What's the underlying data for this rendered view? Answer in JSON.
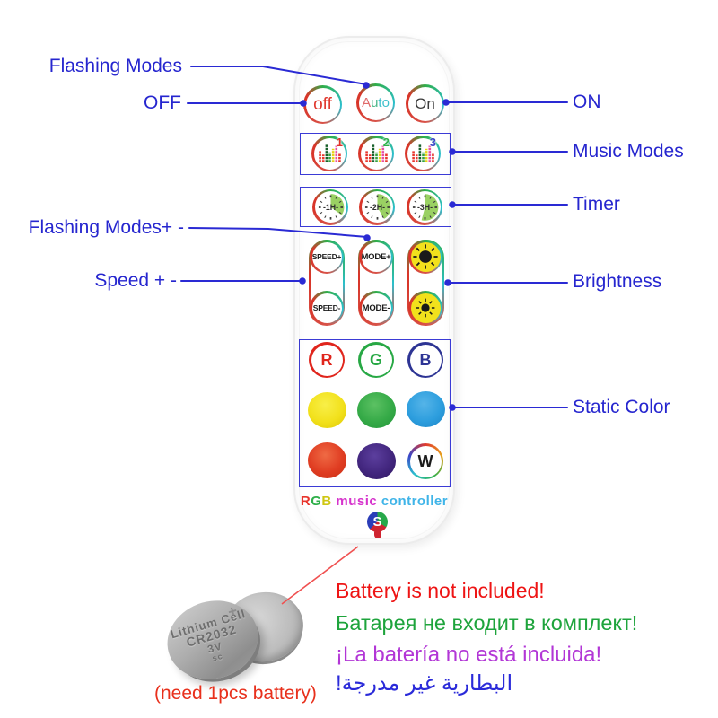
{
  "annotations": {
    "color": "#2626cf",
    "left": [
      {
        "label": "Flashing Modes"
      },
      {
        "label": "OFF"
      },
      {
        "label": "Flashing Modes+ -"
      },
      {
        "label": "Speed + -"
      }
    ],
    "right": [
      {
        "label": "ON"
      },
      {
        "label": "Music Modes"
      },
      {
        "label": "Timer"
      },
      {
        "label": "Brightness"
      },
      {
        "label": "Static Color"
      }
    ]
  },
  "remote": {
    "power": {
      "off": "off",
      "auto_parts": [
        {
          "text": "A",
          "color": "#e06a6a"
        },
        {
          "text": "u",
          "color": "#4db88a"
        },
        {
          "text": "to",
          "color": "#3fc0cc"
        }
      ],
      "on": "On"
    },
    "music_modes": [
      {
        "num": "1",
        "color": "#e03028"
      },
      {
        "num": "2",
        "color": "#2faf4a"
      },
      {
        "num": "3",
        "color": "#3a46c8"
      }
    ],
    "timer": [
      {
        "label": "-1H-"
      },
      {
        "label": "-2H-"
      },
      {
        "label": "-3H-"
      }
    ],
    "speed": {
      "plus": "SPEED+",
      "minus": "SPEED-"
    },
    "mode": {
      "plus": "MODE+",
      "minus": "MODE-"
    },
    "static": {
      "r": "R",
      "g": "G",
      "b": "B",
      "w": "W",
      "swatches": {
        "yellow": "#f2e11c",
        "green": "#35aa47",
        "blue": "#2d9ede",
        "red": "#e03d22",
        "purple": "#42267e"
      }
    },
    "brand": {
      "parts": [
        {
          "text": "R",
          "color": "#e8342c"
        },
        {
          "text": "G",
          "color": "#2faf4a"
        },
        {
          "text": "B",
          "color": "#cfc713"
        },
        {
          "text": " music",
          "color": "#d633cc"
        },
        {
          "text": " controller",
          "color": "#3fb4e8"
        }
      ]
    },
    "logo_letter": "S"
  },
  "battery": {
    "coin_lines": [
      "Lithium Cell",
      "CR2032",
      "3V",
      "sc"
    ],
    "plus_mark": "+",
    "need_label": "(need 1pcs battery)",
    "need_color": "#e8301c"
  },
  "notices": [
    {
      "lang": "en",
      "text": "Battery is not included!",
      "color": "#ee1414"
    },
    {
      "lang": "ru",
      "text": "Батарея не входит в комплект!",
      "color": "#1ea43c"
    },
    {
      "lang": "es",
      "text": "¡La batería no está incluida!",
      "color": "#b236d6"
    },
    {
      "lang": "ar",
      "text": "البطارية غير مدرجة!",
      "color": "#2a2ad9"
    }
  ]
}
